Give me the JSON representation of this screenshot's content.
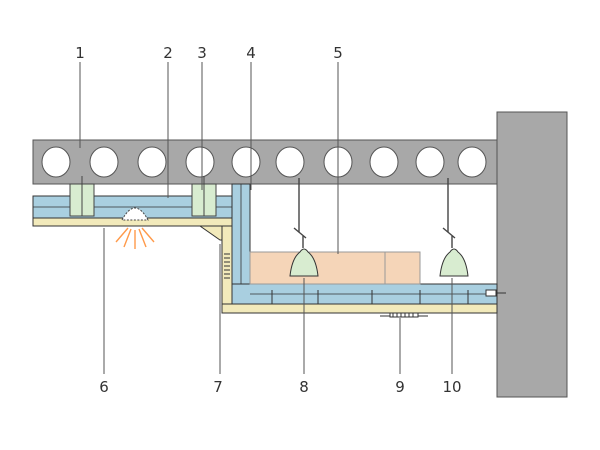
{
  "callouts": [
    {
      "number": "1"
    },
    {
      "number": "2"
    },
    {
      "number": "3"
    },
    {
      "number": "4"
    },
    {
      "number": "5"
    },
    {
      "number": "6"
    },
    {
      "number": "7"
    },
    {
      "number": "8"
    },
    {
      "number": "9"
    },
    {
      "number": "10"
    }
  ],
  "colors": {
    "concrete": "#a8a8a8",
    "concrete_edge": "#555555",
    "insulation": "#a9cfe0",
    "board": "#f2eabb",
    "duct": "#f5d5b8",
    "fixture": "#d8ecd0",
    "light_rays": "#ff9a4a",
    "hanger": "#444444"
  }
}
